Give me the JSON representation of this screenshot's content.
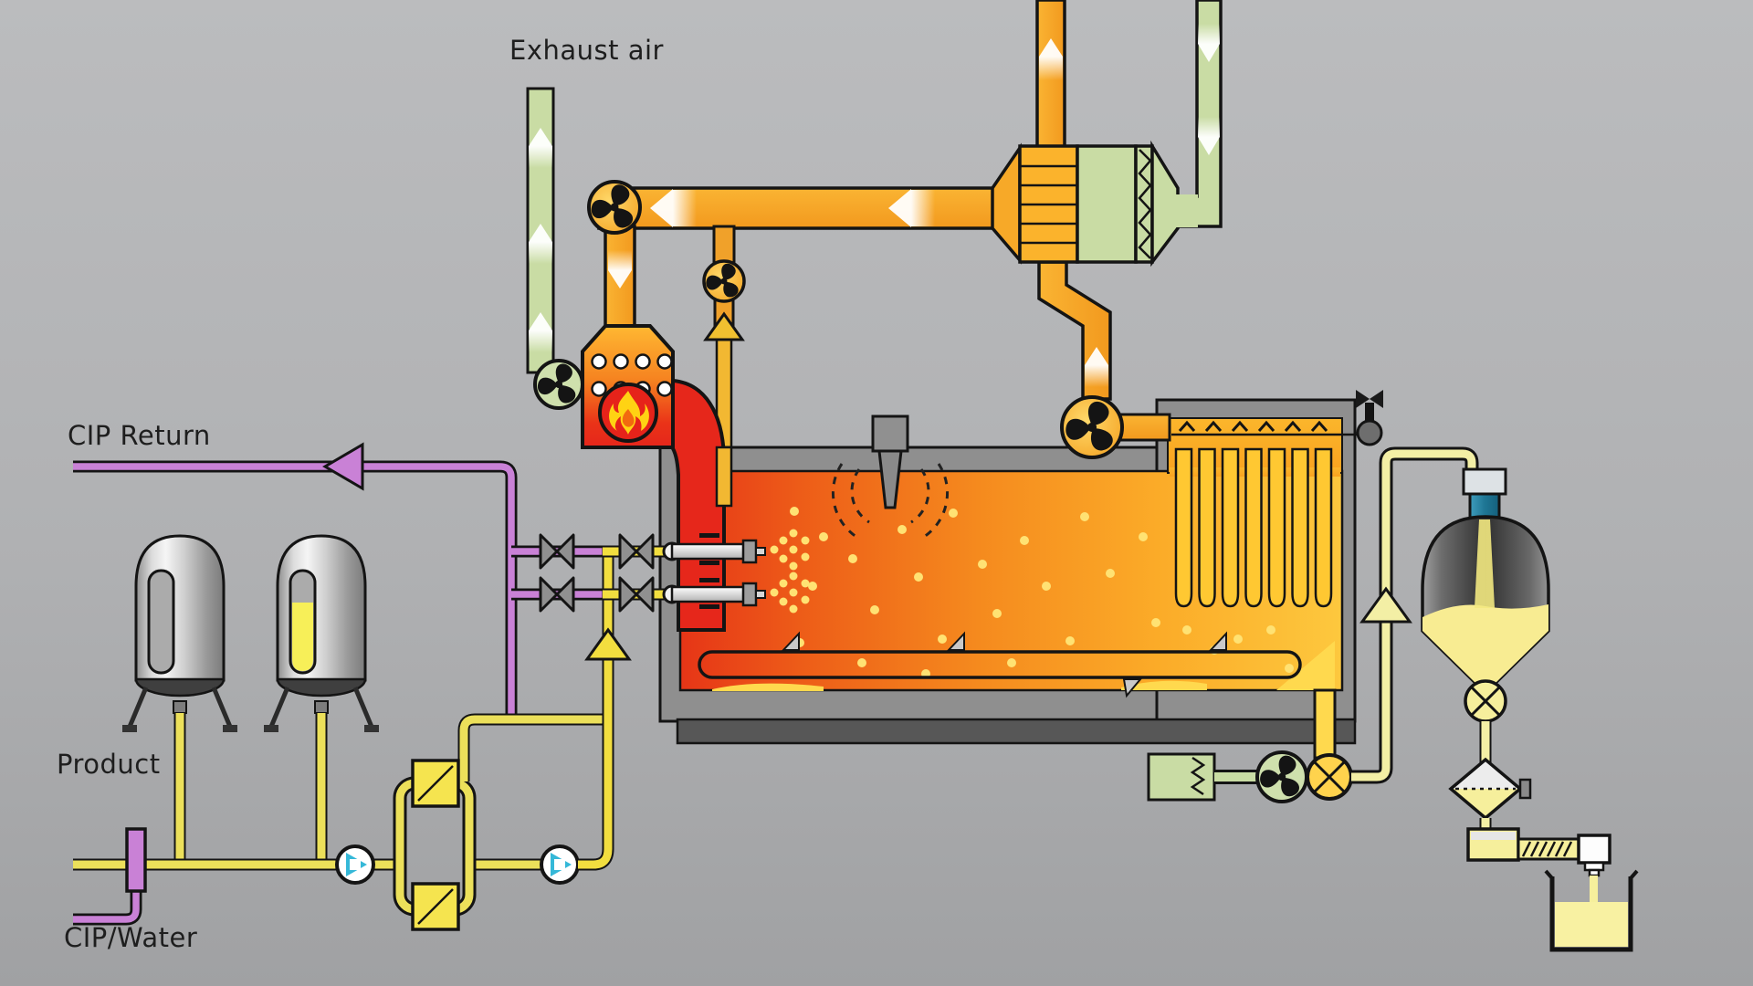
{
  "diagram": {
    "type": "process-flow",
    "subject": "spray-drying-plant",
    "labels": {
      "exhaust_air": "Exhaust air",
      "cip_return": "CIP Return",
      "product": "Product",
      "cip_water": "CIP/Water"
    },
    "colors": {
      "background_top": "#babbbd",
      "background_bottom": "#a2a3a5",
      "hot_air_duct": "#f6a827",
      "duct_highlight": "#ffd35e",
      "fresh_exhaust_air": "#c9dca4",
      "flame_red": "#e6271b",
      "chamber_hot_zone": "#e63517",
      "chamber_warm_zone": "#fdc83e",
      "product_line_yellow": "#f2de3f",
      "feed_line_yellow": "#ece05a",
      "powder_pale_yellow": "#f3efa5",
      "cip_purple": "#c981d6",
      "pump_cyan": "#35b8d8",
      "silo_neck_teal": "#2c88a8",
      "steel_gray": "#9a9a9a",
      "wall_gray": "#8f8f8f",
      "outline_black": "#141414"
    },
    "equipment": [
      "exhaust-stack",
      "exhaust-fan",
      "supply-air-fan",
      "nozzle-air-fan",
      "gas-burner",
      "hot-air-inlet-elbow",
      "drying-chamber",
      "top-atomizer",
      "spray-lances",
      "bottom-conveyor",
      "heat-recovery-exchanger",
      "bag-filter",
      "pulse-cleaning-valve",
      "exhaust-blower",
      "transport-air-heater",
      "transport-fan",
      "rotary-valve-filter",
      "powder-transport-line",
      "powder-silo",
      "silo-rotary-valve",
      "sifter",
      "screw-conveyor",
      "bagging-head",
      "powder-container",
      "feed-tank-empty",
      "feed-tank-filled",
      "feed-pump",
      "cip-valve-block",
      "plate-heat-exchanger",
      "booster-pump",
      "lance-valve-manifold"
    ]
  }
}
